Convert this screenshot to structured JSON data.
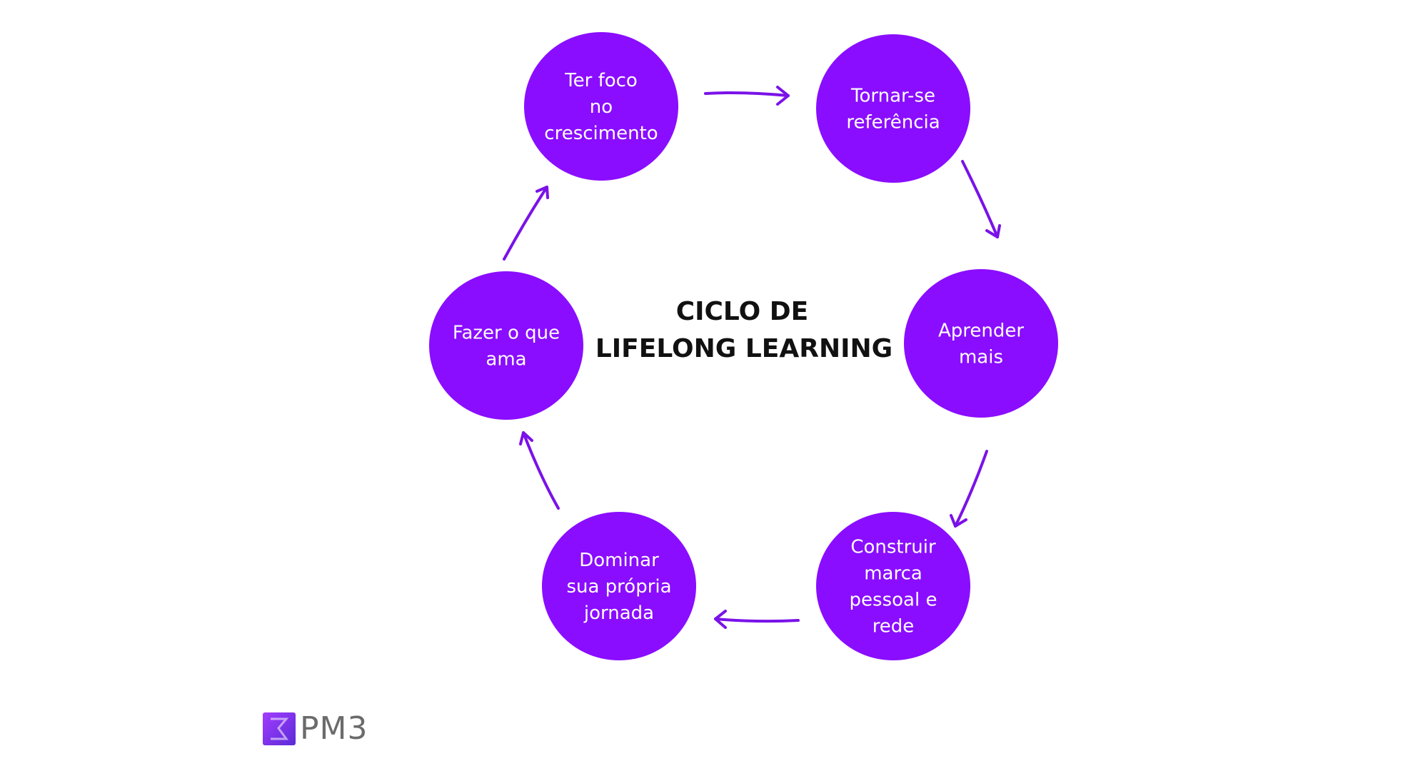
{
  "title": [
    "CICLO DE",
    "LIFELONG LEARNING"
  ],
  "colors": {
    "node_fill": "#8a0dff",
    "arrow": "#7a12e8",
    "title": "#111111",
    "logo_text": "#6b6b6b"
  },
  "nodes": [
    {
      "id": "ter-foco",
      "lines": [
        "Ter foco",
        "no",
        "crescimento"
      ]
    },
    {
      "id": "tornar-se-referencia",
      "lines": [
        "Tornar-se",
        "referência"
      ]
    },
    {
      "id": "aprender-mais",
      "lines": [
        "Aprender",
        "mais"
      ]
    },
    {
      "id": "construir-marca",
      "lines": [
        "Construir",
        "marca",
        "pessoal e",
        "rede"
      ]
    },
    {
      "id": "dominar-jornada",
      "lines": [
        "Dominar",
        "sua própria",
        "jornada"
      ]
    },
    {
      "id": "fazer-o-que-ama",
      "lines": [
        "Fazer o que",
        "ama"
      ]
    }
  ],
  "edges": [
    {
      "from": "ter-foco",
      "to": "tornar-se-referencia"
    },
    {
      "from": "tornar-se-referencia",
      "to": "aprender-mais"
    },
    {
      "from": "aprender-mais",
      "to": "construir-marca"
    },
    {
      "from": "construir-marca",
      "to": "dominar-jornada"
    },
    {
      "from": "dominar-jornada",
      "to": "fazer-o-que-ama"
    },
    {
      "from": "fazer-o-que-ama",
      "to": "ter-foco"
    }
  ],
  "logo": {
    "text": "PM3",
    "icon": "pm3-logo-mark"
  }
}
